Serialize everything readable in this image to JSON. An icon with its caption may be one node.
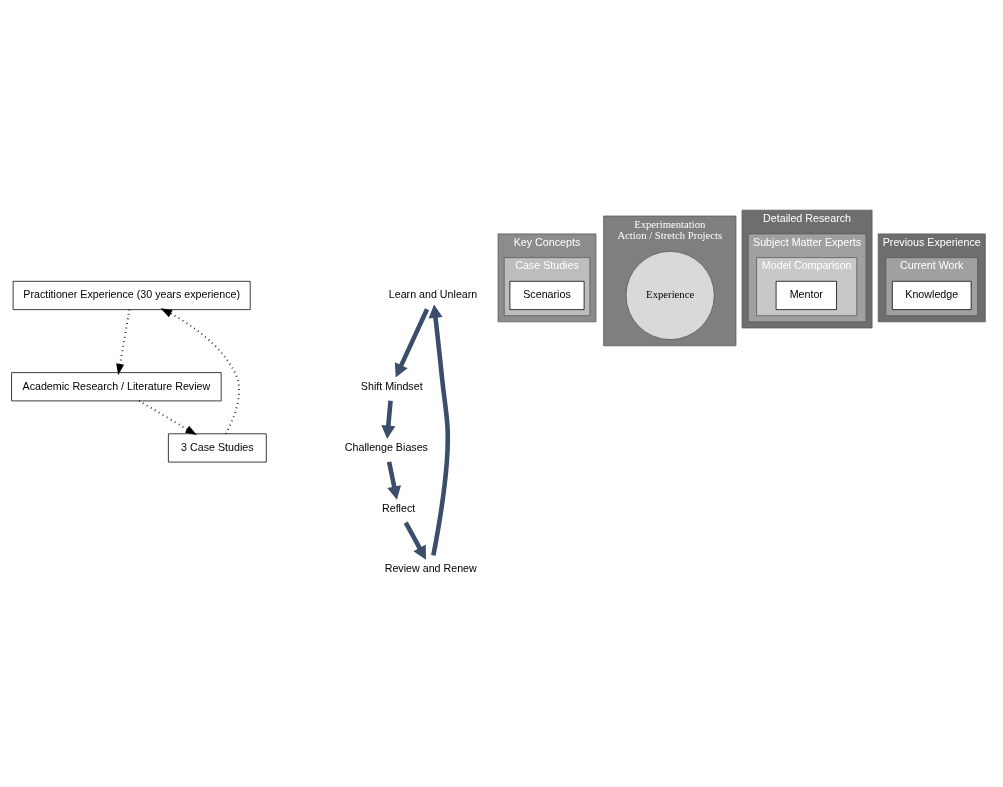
{
  "diagram": {
    "nodes": [
      {
        "text": [
          "Practitioner Experience (30 years experience)"
        ]
      },
      {
        "text": [
          "Learn and Unlearn"
        ]
      },
      {
        "text": [
          "Shift Mindset"
        ]
      },
      {
        "text": [
          "Key Concepts"
        ]
      },
      {
        "text": [
          "Case Studies"
        ],
        "in": 3
      },
      {
        "text": [
          "Scenarios"
        ],
        "in": 4
      },
      {
        "text": [
          "Experimentation",
          "Action / Stretch Projects"
        ]
      },
      {
        "text": [
          "Experience"
        ],
        "in": 6
      },
      {
        "text": [
          "Detailed Research"
        ]
      },
      {
        "text": [
          "Subject Matter Experts"
        ],
        "in": 8
      },
      {
        "text": [
          "Model Comparison"
        ],
        "in": 9
      },
      {
        "text": [
          "Mentor"
        ],
        "in": 10
      },
      {
        "text": [
          "Previous Experience"
        ]
      },
      {
        "text": [
          "Current Work"
        ],
        "in": 12
      },
      {
        "text": [
          "Knowledge"
        ],
        "in": 13
      },
      {
        "text": [
          "Review and Renew"
        ]
      },
      {
        "text": [
          "Challenge Biases"
        ]
      },
      {
        "text": [
          "3 Case Studies"
        ]
      },
      {
        "text": [
          "Reflect"
        ]
      },
      {
        "text": [
          "Academic Research / Literature Review"
        ]
      }
    ],
    "edges": [
      {
        "from": 17,
        "to": 0,
        "arrow": "to",
        "style": "dashed",
        "color": "#000000"
      },
      {
        "from": 0,
        "to": 19,
        "arrow": "to",
        "style": "dashed",
        "color": "#000000"
      },
      {
        "from": 19,
        "to": 17,
        "arrow": "to",
        "style": "dashed",
        "color": "#000000"
      },
      {
        "from": 1,
        "to": 2,
        "arrow": "to"
      },
      {
        "from": 2,
        "to": 16,
        "arrow": "to"
      },
      {
        "from": 16,
        "to": 18,
        "arrow": "to"
      },
      {
        "from": 18,
        "to": 15,
        "arrow": "to"
      },
      {
        "from": 15,
        "to": 1,
        "arrow": "to"
      }
    ]
  }
}
